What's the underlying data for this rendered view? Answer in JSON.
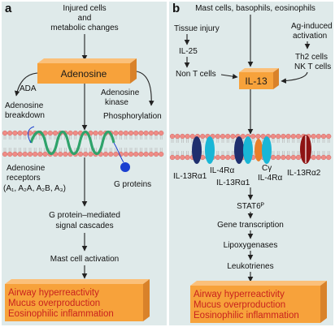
{
  "panel_a": {
    "letter": "a",
    "inputs": [
      "Injured cells",
      "and",
      "metabolic changes"
    ],
    "center_box": "Adenosine",
    "ada": "ADA",
    "breakdown": [
      "Adenosine",
      "breakdown"
    ],
    "kinase": [
      "Adenosine",
      "kinase"
    ],
    "phosphorylation": "Phosphorylation",
    "receptors": [
      "Adenosine",
      "receptors"
    ],
    "receptor_types": "(A₁, A₂A, A₂B, A₃)",
    "g_proteins": "G proteins",
    "cascade": [
      "G protein–mediated",
      "signal cascades"
    ],
    "mast": "Mast cell activation",
    "outcome": [
      "Airway hyperreactivity",
      "Mucus overproduction",
      "Eosinophilic inflammation"
    ]
  },
  "panel_b": {
    "letter": "b",
    "inputs": "Mast cells, basophils, eosinophils",
    "tissue_injury": "Tissue injury",
    "il25": "IL-25",
    "non_t": "Non T cells",
    "ag": [
      "Ag-induced",
      "activation"
    ],
    "th2": [
      "Th2 cells",
      "NK T cells"
    ],
    "center_box": "IL-13",
    "receptor_labels": {
      "r1": "IL-13Rα1",
      "r2": "IL-4Rα",
      "r3": "IL-13Rα1",
      "gamma": "Cγ",
      "r4": "IL-4Rα",
      "r5": "IL-13Rα2"
    },
    "stat": "STAT6ᴾ",
    "transcription": "Gene transcription",
    "lipox": "Lipoxygenases",
    "leuko": "Leukotrienes",
    "outcome": [
      "Airway hyperreactivity",
      "Mucus overproduction",
      "Eosinophilic inflammation"
    ]
  },
  "colors": {
    "panel_bg": "#dfeaea",
    "box_orange": "#f7a23b",
    "box_orange_side": "#d9822a",
    "outcome_text": "#c9221e",
    "receptor_green": "#2fa36b",
    "g_protein_blue": "#1a3fd0",
    "navy": "#1f2f6e",
    "cyan": "#19b6d6",
    "dark_red": "#8e1414"
  }
}
